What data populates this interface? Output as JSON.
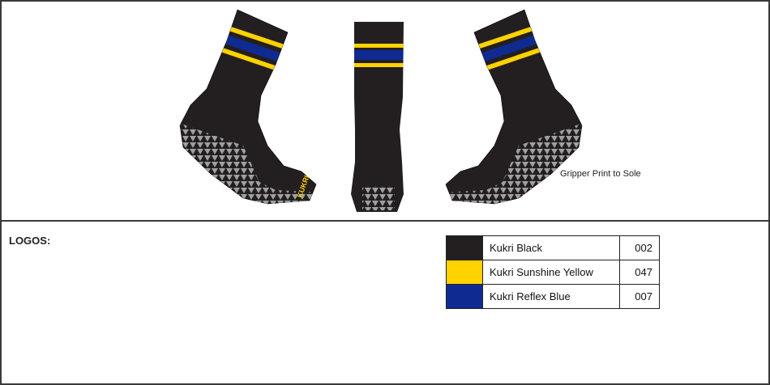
{
  "annotation": "Gripper Print to Sole",
  "logos_label": "LOGOS:",
  "sock_logo_text": "KUKRI",
  "colors": [
    {
      "name": "Kukri Black",
      "code": "002",
      "hex": "#231f20"
    },
    {
      "name": "Kukri Sunshine Yellow",
      "code": "047",
      "hex": "#ffd200"
    },
    {
      "name": "Kukri Reflex Blue",
      "code": "007",
      "hex": "#0f2b91"
    }
  ]
}
